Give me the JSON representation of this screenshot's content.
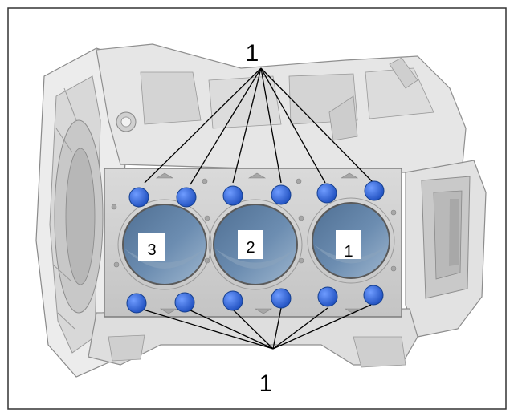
{
  "diagram": {
    "top_callout": "1",
    "bottom_callout": "1",
    "bore_labels": [
      "3",
      "2",
      "1"
    ],
    "colors": {
      "frame": "#333333",
      "block_light": "#e9e9e9",
      "block_mid": "#cfcfcf",
      "block_dark": "#a9a9a9",
      "bolt": "#2f63d8",
      "bore": "#5c7fa3",
      "leader_line": "#000000"
    }
  }
}
